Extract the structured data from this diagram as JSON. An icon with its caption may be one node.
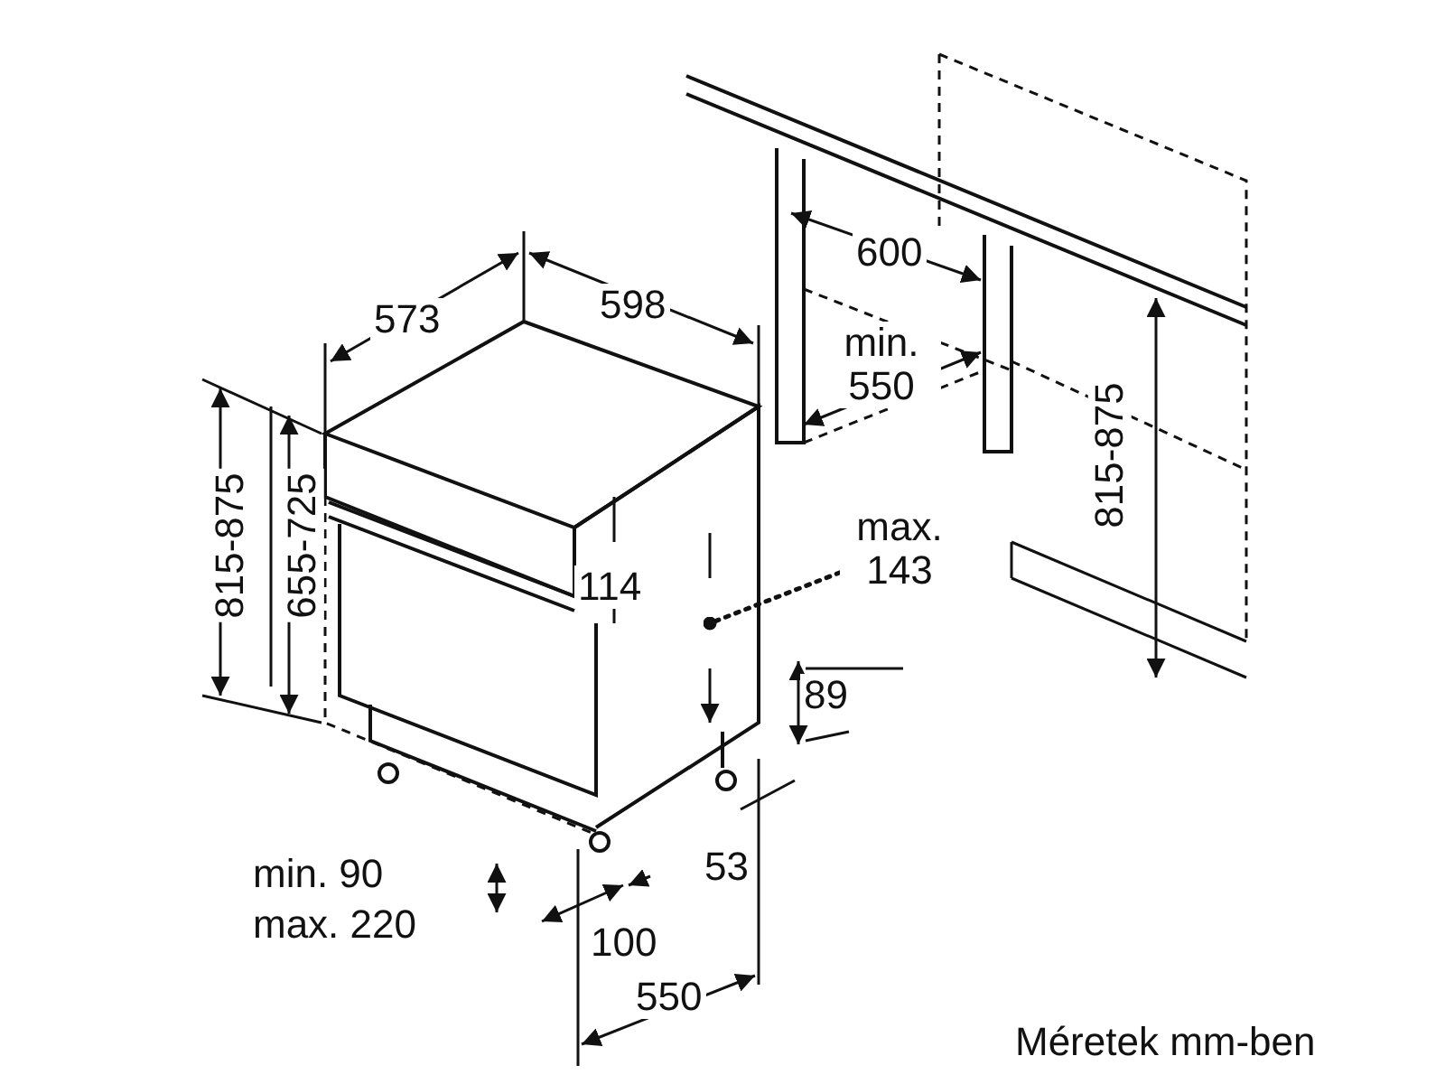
{
  "diagram": {
    "caption": "Méretek mm-ben",
    "nodes": [
      {
        "text": [
          "max. 143"
        ]
      },
      {
        "text": [],
        "shape": "picture"
      }
    ],
    "edges": [
      {
        "from": 0,
        "to": 1,
        "arrow": "other",
        "style": "dashed"
      }
    ],
    "labels": [
      "573",
      "598",
      "600",
      "min. 550",
      "815-875",
      "815-875",
      "655-725",
      "114",
      "89",
      "53",
      "min. 90",
      "max. 220",
      "100",
      "550"
    ]
  }
}
